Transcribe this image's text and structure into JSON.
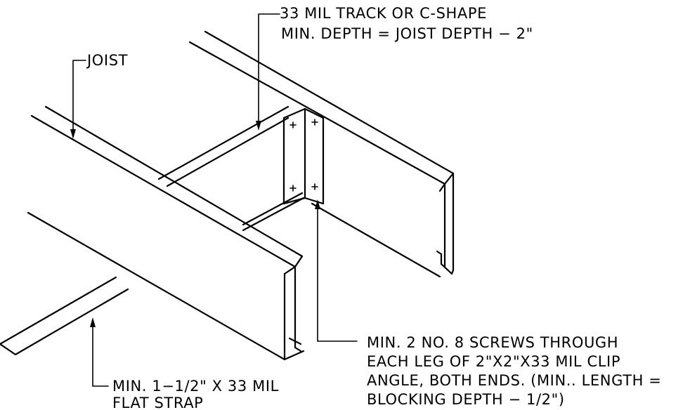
{
  "labels": {
    "track": {
      "line1": "33 MIL TRACK OR C-SHAPE",
      "line2": "MIN. DEPTH = JOIST DEPTH − 2\""
    },
    "joist": "JOIST",
    "screws": {
      "line1": "MIN. 2 NO. 8 SCREWS THROUGH",
      "line2": "EACH LEG OF 2\"X2\"X33 MIL CLIP",
      "line3": "ANGLE, BOTH ENDS. (MIN.. LENGTH =",
      "line4": "BLOCKING DEPTH − 1/2\")"
    },
    "strap": {
      "line1": "MIN. 1−1/2\" X 33 MIL",
      "line2": "FLAT STRAP"
    }
  },
  "colors": {
    "line": "#000000",
    "background": "#ffffff"
  }
}
